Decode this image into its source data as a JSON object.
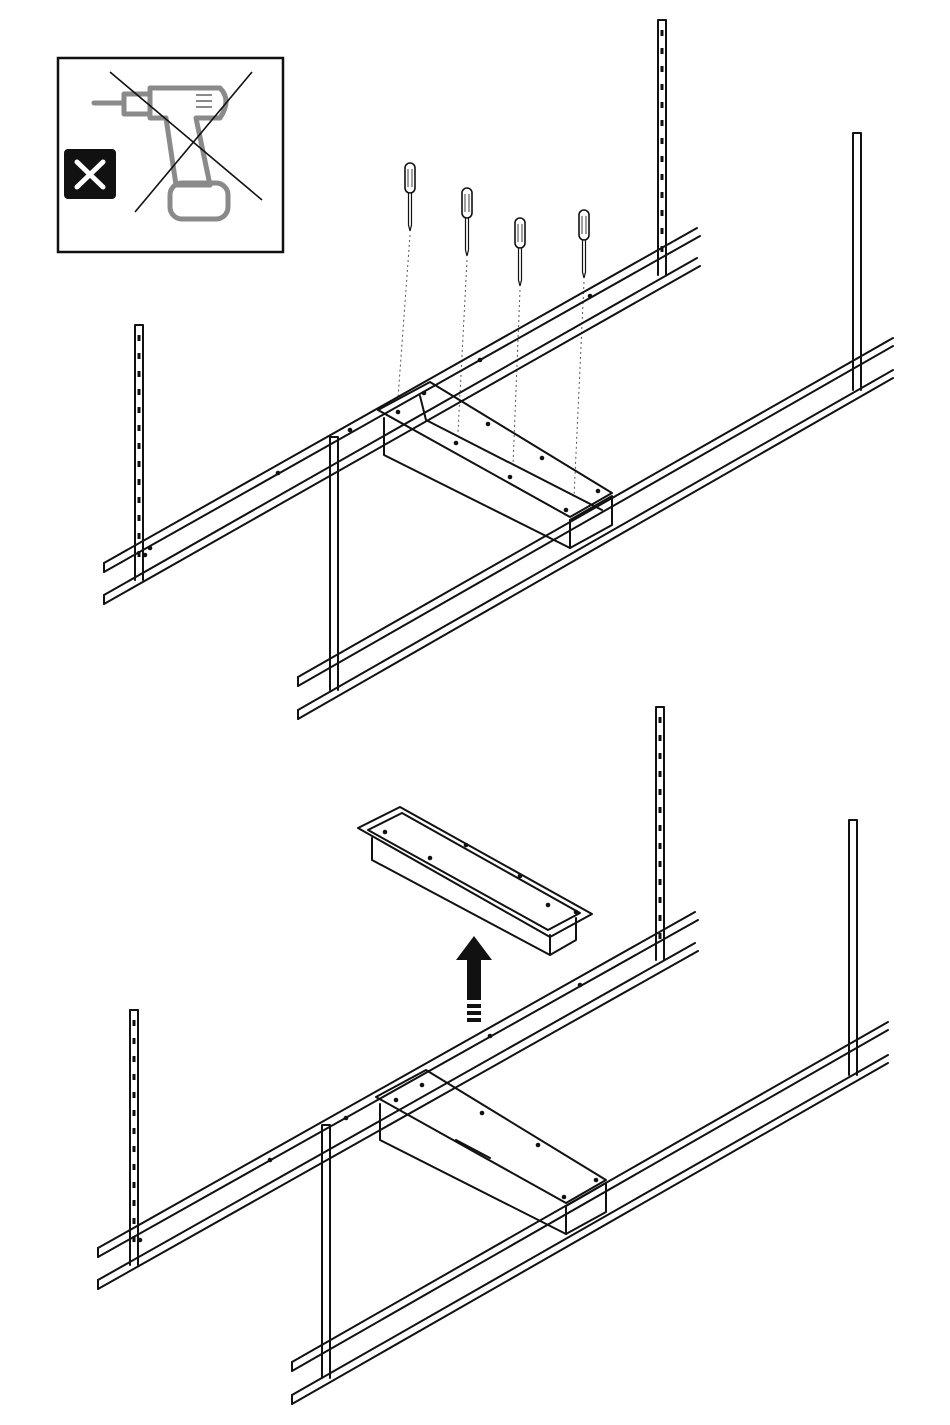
{
  "figure": {
    "panels": [
      "step-top",
      "step-bottom"
    ],
    "warning": {
      "icon": "no-power-drill-icon",
      "badge_icon": "cross-icon"
    },
    "tools": {
      "icon": "screwdriver-icon",
      "count": 4
    },
    "action": {
      "icon": "arrow-up-icon"
    },
    "colors": {
      "ink": "#111111",
      "tool_gray": "#8a8a8a",
      "badge": "#111111"
    }
  }
}
